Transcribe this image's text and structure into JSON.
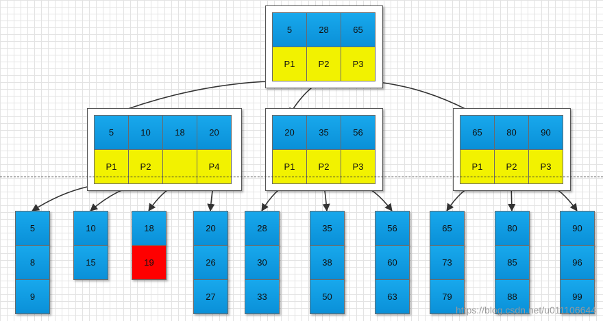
{
  "colors": {
    "key": "#0a9be2",
    "pointer": "#f2f200",
    "highlight": "#ff0000"
  },
  "internal_nodes": [
    {
      "id": "root",
      "keys": [
        "5",
        "28",
        "65"
      ],
      "pointers": [
        "P1",
        "P2",
        "P3"
      ]
    },
    {
      "id": "n1",
      "keys": [
        "5",
        "10",
        "18",
        "20"
      ],
      "pointers": [
        "P1",
        "P2",
        "",
        "P4"
      ]
    },
    {
      "id": "n2",
      "keys": [
        "20",
        "35",
        "56"
      ],
      "pointers": [
        "P1",
        "P2",
        "P3"
      ]
    },
    {
      "id": "n3",
      "keys": [
        "65",
        "80",
        "90"
      ],
      "pointers": [
        "P1",
        "P2",
        "P3"
      ]
    }
  ],
  "leaves": [
    {
      "keys": [
        "5",
        "8",
        "9"
      ]
    },
    {
      "keys": [
        "10",
        "15"
      ]
    },
    {
      "keys": [
        "18",
        "19"
      ],
      "highlight_index": 1
    },
    {
      "keys": [
        "20",
        "26",
        "27"
      ]
    },
    {
      "keys": [
        "28",
        "30",
        "33"
      ]
    },
    {
      "keys": [
        "35",
        "38",
        "50"
      ]
    },
    {
      "keys": [
        "56",
        "60",
        "63"
      ]
    },
    {
      "keys": [
        "65",
        "73",
        "79"
      ]
    },
    {
      "keys": [
        "80",
        "85",
        "88"
      ]
    },
    {
      "keys": [
        "90",
        "96",
        "99"
      ]
    }
  ],
  "edges": [
    [
      "root",
      0,
      "internal",
      1
    ],
    [
      "root",
      1,
      "internal",
      2
    ],
    [
      "root",
      2,
      "internal",
      3
    ],
    [
      "n1",
      0,
      "leaf",
      0
    ],
    [
      "n1",
      1,
      "leaf",
      1
    ],
    [
      "n1",
      2,
      "leaf",
      2
    ],
    [
      "n1",
      3,
      "leaf",
      3
    ],
    [
      "n2",
      0,
      "leaf",
      4
    ],
    [
      "n2",
      1,
      "leaf",
      5
    ],
    [
      "n2",
      2,
      "leaf",
      6
    ],
    [
      "n3",
      0,
      "leaf",
      7
    ],
    [
      "n3",
      1,
      "leaf",
      8
    ],
    [
      "n3",
      2,
      "leaf",
      9
    ]
  ],
  "watermark": "https://blog.csdn.net/u011106644"
}
